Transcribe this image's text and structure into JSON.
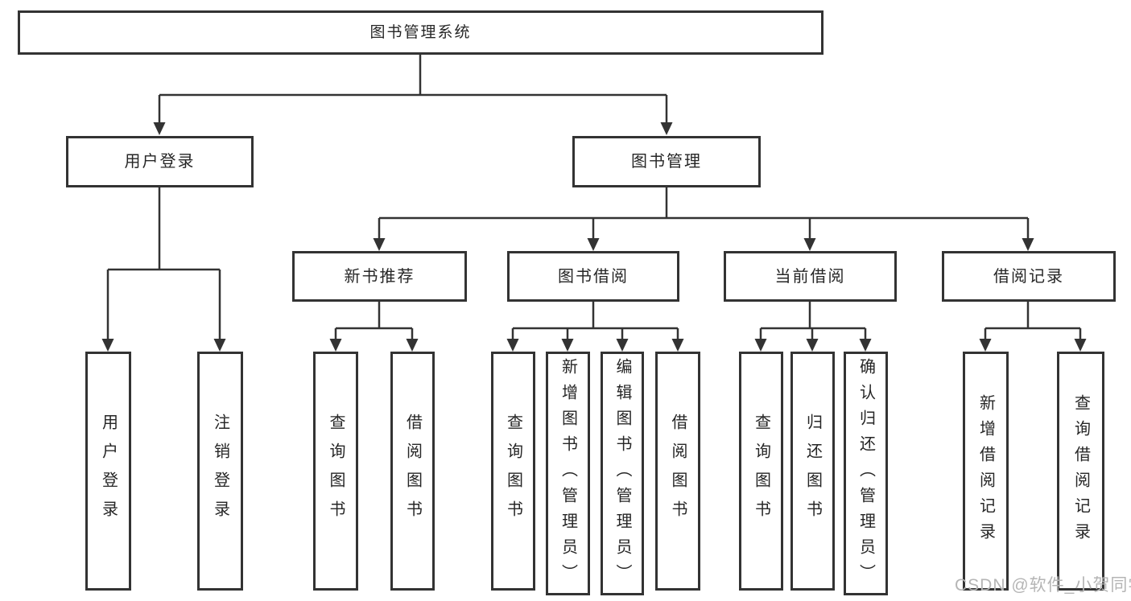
{
  "tree": {
    "root": {
      "label": "图书管理系统",
      "children": [
        {
          "label": "用户登录",
          "children": [
            {
              "label": "用户登录"
            },
            {
              "label": "注销登录"
            }
          ]
        },
        {
          "label": "图书管理",
          "children": [
            {
              "label": "新书推荐",
              "children": [
                {
                  "label": "查询图书"
                },
                {
                  "label": "借阅图书"
                }
              ]
            },
            {
              "label": "图书借阅",
              "children": [
                {
                  "label": "查询图书"
                },
                {
                  "label": "新增图书（管理员）"
                },
                {
                  "label": "编辑图书（管理员）"
                },
                {
                  "label": "借阅图书"
                }
              ]
            },
            {
              "label": "当前借阅",
              "children": [
                {
                  "label": "查询图书"
                },
                {
                  "label": "归还图书"
                },
                {
                  "label": "确认归还（管理员）"
                }
              ]
            },
            {
              "label": "借阅记录",
              "children": [
                {
                  "label": "新增借阅记录"
                },
                {
                  "label": "查询借阅记录"
                }
              ]
            }
          ]
        }
      ]
    }
  },
  "watermark": {
    "text": "CSDN @软件_小贺同学",
    "color": "#b5b5b5"
  },
  "colors": {
    "line": "#333333",
    "box_border": "#333333",
    "text": "#262626",
    "background": "#ffffff"
  }
}
